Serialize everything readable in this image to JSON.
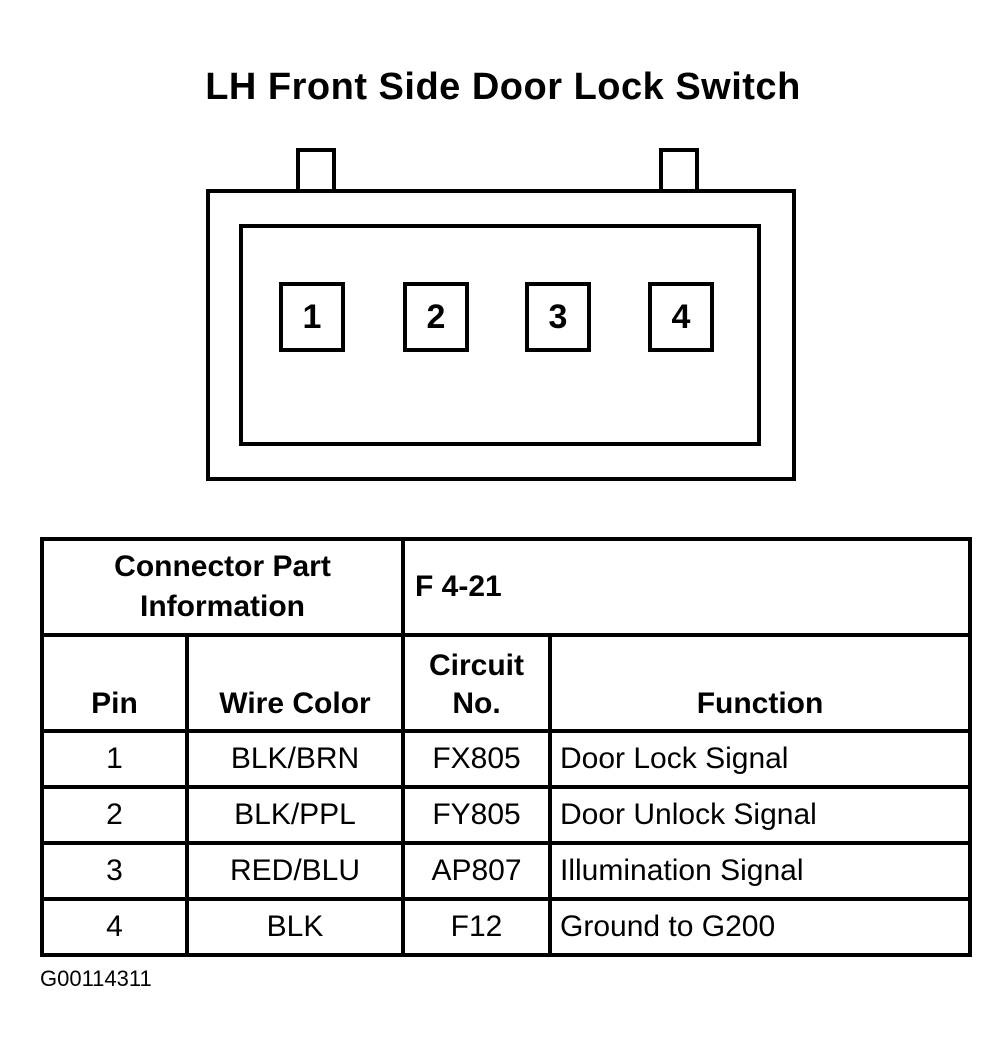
{
  "diagram": {
    "title": "LH Front Side Door Lock Switch",
    "pins": [
      "1",
      "2",
      "3",
      "4"
    ]
  },
  "table": {
    "connector_label": "Connector Part Information",
    "connector_value": "F 4-21",
    "headers": {
      "pin": "Pin",
      "wire_color": "Wire Color",
      "circuit": "Circuit No.",
      "function": "Function"
    },
    "rows": [
      {
        "pin": "1",
        "wire_color": "BLK/BRN",
        "circuit": "FX805",
        "function": "Door Lock Signal"
      },
      {
        "pin": "2",
        "wire_color": "BLK/PPL",
        "circuit": "FY805",
        "function": "Door Unlock Signal"
      },
      {
        "pin": "3",
        "wire_color": "RED/BLU",
        "circuit": "AP807",
        "function": "Illumination Signal"
      },
      {
        "pin": "4",
        "wire_color": "BLK",
        "circuit": "F12",
        "function": "Ground to G200"
      }
    ]
  },
  "footer": {
    "figure_id": "G00114311"
  }
}
